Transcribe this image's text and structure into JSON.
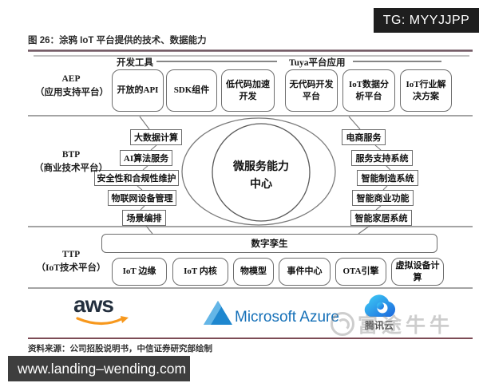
{
  "page": {
    "tg_tag": "TG: MYYJJPP",
    "url": "www.landing–wending.com"
  },
  "figure": {
    "title": "图 26：涂鸦 IoT 平台提供的技术、数据能力",
    "source": "资料来源：公司招股说明书，中信证券研究部绘制"
  },
  "aep": {
    "abbr": "AEP",
    "name": "（应用支持平台）",
    "group1_label": "开发工具",
    "group2_label": "Tuya平台应用",
    "boxes": [
      "开放的API",
      "SDK组件",
      "低代码加速开发",
      "无代码开发平台",
      "IoT数据分析平台",
      "IoT行业解决方案"
    ]
  },
  "btp": {
    "abbr": "BTP",
    "name": "（商业技术平台）",
    "center": "微服务能力中心",
    "left": [
      "大数据计算",
      "AI算法服务",
      "安全性和合规性维护",
      "物联网设备管理",
      "场景编排"
    ],
    "right": [
      "电商服务",
      "服务支持系统",
      "智能制造系统",
      "智能商业功能",
      "智能家居系统"
    ]
  },
  "ttp": {
    "abbr": "TTP",
    "name": "（IoT技术平台）",
    "banner": "数字孪生",
    "boxes": [
      "IoT 边缘",
      "IoT 内核",
      "物模型",
      "事件中心",
      "OTA引擎",
      "虚拟设备计算"
    ]
  },
  "logos": {
    "aws": "aws",
    "azure": "Microsoft Azure",
    "tencent": "腾讯云",
    "watermark": "富途牛牛"
  },
  "colors": {
    "accent_rule": "#6e5560",
    "source_rule": "#7c4b55",
    "grid_rule": "#858585",
    "aws_orange": "#f7981d",
    "azure_blue": "#1e87cf",
    "tencent_blue": "#1b66dd"
  }
}
